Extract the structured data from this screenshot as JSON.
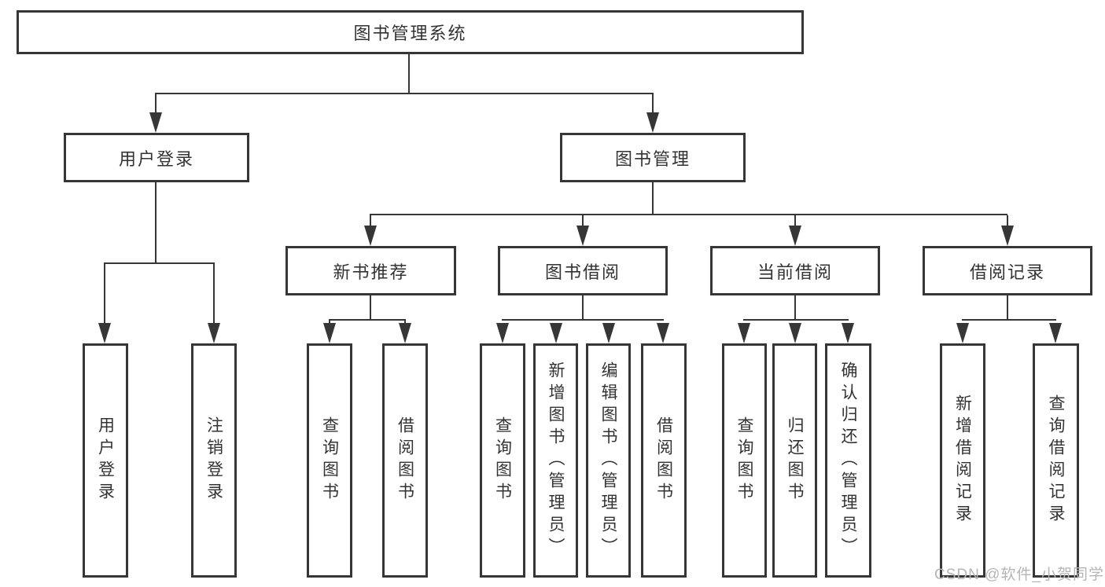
{
  "diagram": {
    "root": {
      "label": "图书管理系统"
    },
    "branches": [
      {
        "label": "用户登录",
        "children": [
          {
            "label": "用户登录"
          },
          {
            "label": "注销登录"
          }
        ]
      },
      {
        "label": "图书管理",
        "children": [
          {
            "label": "新书推荐",
            "children": [
              {
                "label": "查询图书"
              },
              {
                "label": "借阅图书"
              }
            ]
          },
          {
            "label": "图书借阅",
            "children": [
              {
                "label": "查询图书"
              },
              {
                "label": "新增图书（管理员）"
              },
              {
                "label": "编辑图书（管理员）"
              },
              {
                "label": "借阅图书"
              }
            ]
          },
          {
            "label": "当前借阅",
            "children": [
              {
                "label": "查询图书"
              },
              {
                "label": "归还图书"
              },
              {
                "label": "确认归还（管理员）"
              }
            ]
          },
          {
            "label": "借阅记录",
            "children": [
              {
                "label": "新增借阅记录"
              },
              {
                "label": "查询借阅记录"
              }
            ]
          }
        ]
      }
    ]
  },
  "watermark": {
    "text": "CSDN @软件_小贺同学"
  },
  "colors": {
    "line": "#363636",
    "box_background": "#ffffff",
    "text": "#333333",
    "watermark": "#b5b5b5",
    "page_background": "#ffffff"
  }
}
